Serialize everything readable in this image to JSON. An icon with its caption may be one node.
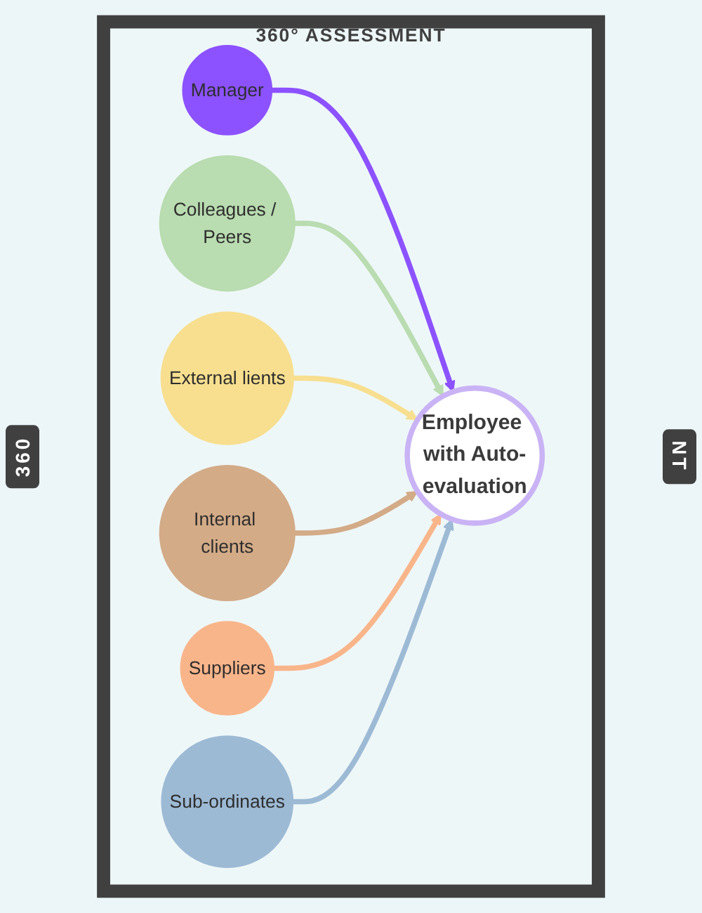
{
  "diagram": {
    "nodes": [
      {
        "text": [
          "360° ASSESSMENT"
        ]
      },
      {
        "text": [
          "Manager"
        ],
        "in": 0
      },
      {
        "text": [
          "Colleagues / Peers"
        ],
        "in": 0
      },
      {
        "text": [
          "External lients"
        ],
        "in": 0
      },
      {
        "text": [
          "Employee with Auto-evaluation"
        ],
        "in": 0
      },
      {
        "text": [
          "Internal clients"
        ],
        "in": 0
      },
      {
        "text": [
          "Suppliers"
        ],
        "in": 0
      },
      {
        "text": [
          "Sub-ordinates"
        ],
        "in": 0
      }
    ],
    "edges": [
      {
        "from": 1,
        "to": 4,
        "arrow": "to",
        "color": "#8c52ff"
      },
      {
        "from": 2,
        "to": 4,
        "arrow": "to",
        "color": "#b9dcb0"
      },
      {
        "from": 3,
        "to": 4,
        "arrow": "to",
        "color": "#f7df8f"
      },
      {
        "from": 5,
        "to": 4,
        "arrow": "to",
        "color": "#d3ab87"
      },
      {
        "from": 6,
        "to": 4,
        "arrow": "to",
        "color": "#f9b58a"
      },
      {
        "from": 7,
        "to": 4,
        "arrow": "to",
        "color": "#9dbad5"
      }
    ],
    "labels": [
      "360",
      "NT"
    ]
  }
}
